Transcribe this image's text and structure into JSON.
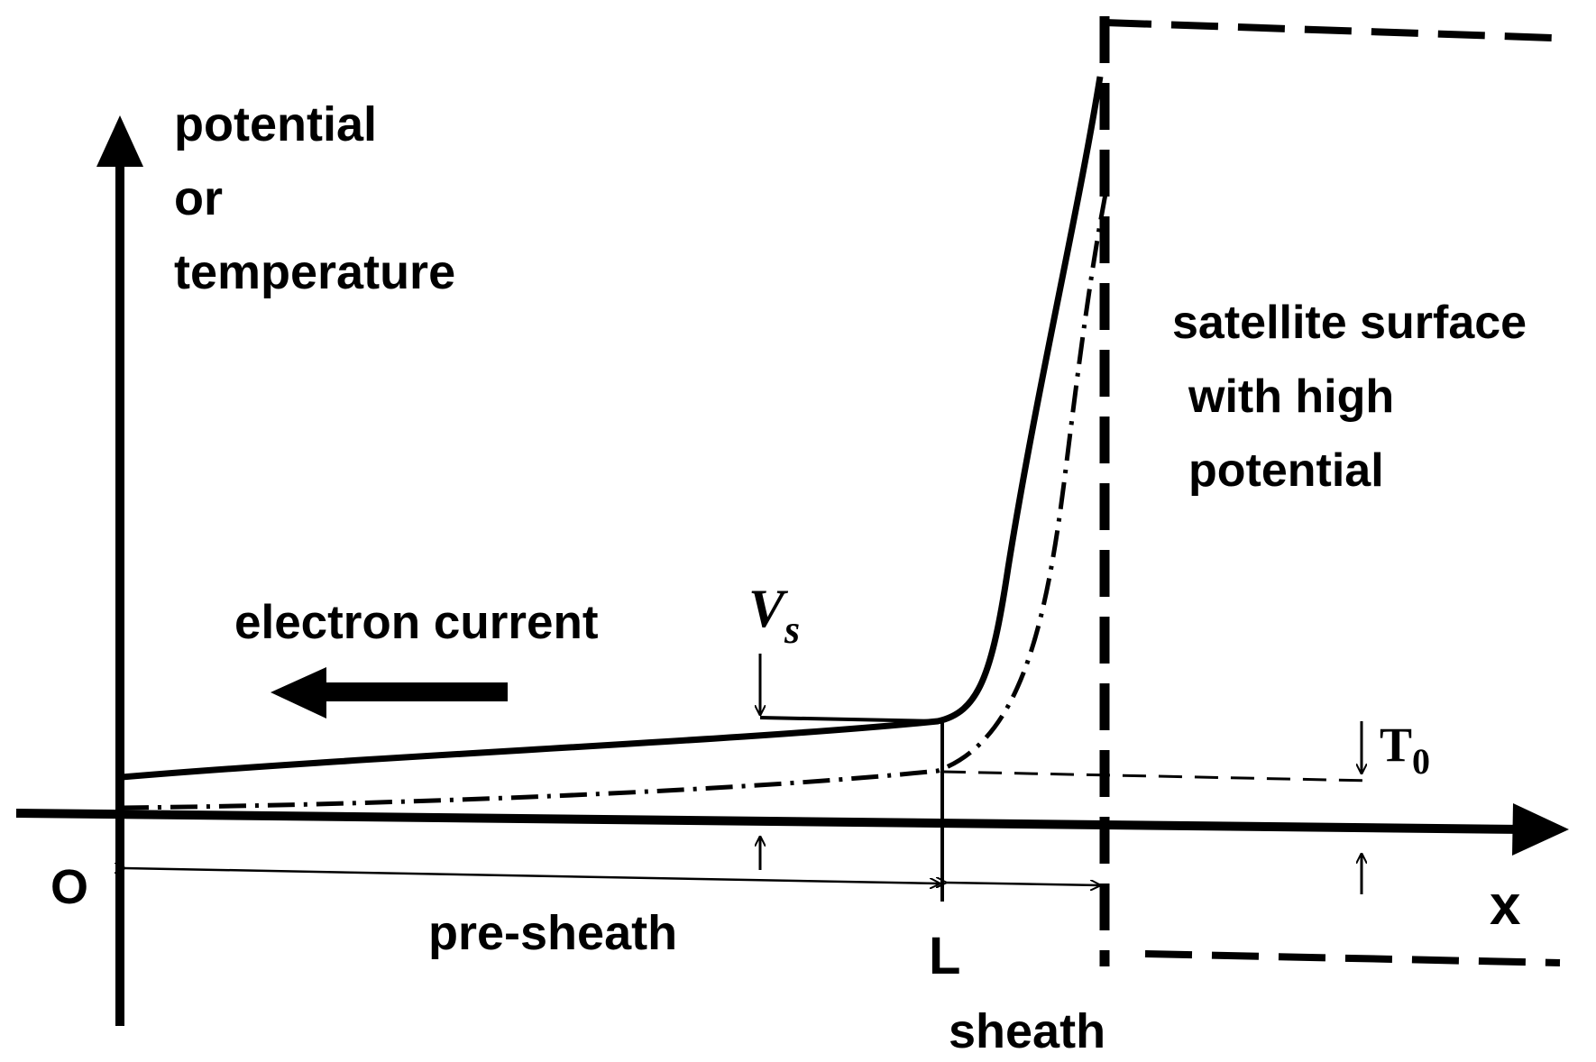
{
  "labels": {
    "y_axis_line1": "potential",
    "y_axis_line2": "or",
    "y_axis_line3": "temperature",
    "x_axis": "x",
    "origin": "O",
    "point_L": "L",
    "vs_main": "V",
    "vs_sub": "s",
    "t0_main": "T",
    "t0_sub": "0",
    "electron_current": "electron current",
    "pre_sheath": "pre-sheath",
    "sheath": "sheath",
    "surface_line1": "satellite surface",
    "surface_line2": "with  high",
    "surface_line3": "potential"
  },
  "colors": {
    "ink": "#000000",
    "background": "#ffffff"
  }
}
